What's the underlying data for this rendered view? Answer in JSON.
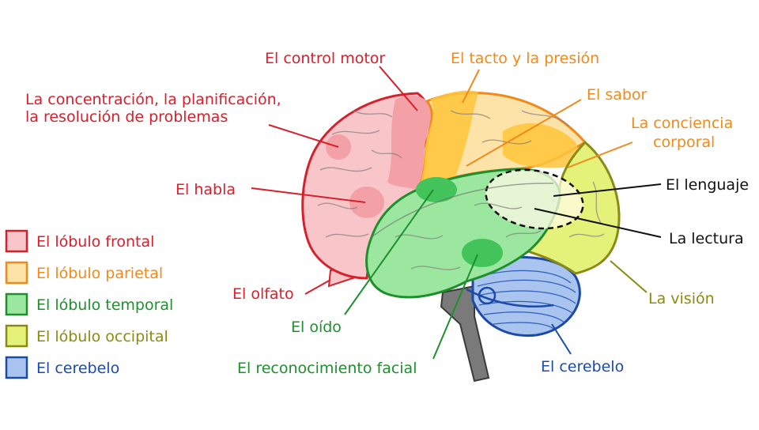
{
  "labels": {
    "control_motor": "El control motor",
    "tacto": "El tacto y la presión",
    "concentracion_1": "La concentración, la planificación,",
    "concentracion_2": "la resolución de problemas",
    "sabor": "El sabor",
    "conciencia_1": "La conciencia",
    "conciencia_2": "corporal",
    "habla": "El habla",
    "lenguaje": "El lenguaje",
    "lectura": "La lectura",
    "olfato": "El olfato",
    "vision": "La visión",
    "oido": "El oído",
    "reconocimiento": "El reconocimiento facial",
    "cerebelo": "El cerebelo"
  },
  "legend": [
    {
      "label": "El lóbulo frontal",
      "color": "#d6202c",
      "fill": "#f8c6c9"
    },
    {
      "label": "El lóbulo parietal",
      "color": "#f08a1c",
      "fill": "#fde3a8"
    },
    {
      "label": "El lóbulo temporal",
      "color": "#1f8f2e",
      "fill": "#9be79f"
    },
    {
      "label": "El lóbulo occipital",
      "color": "#8a8a14",
      "fill": "#e5f27a"
    },
    {
      "label": "El cerebelo",
      "color": "#1c4aa8",
      "fill": "#a8c4ef"
    }
  ],
  "colors": {
    "frontal": "#d6202c",
    "parietal": "#f08a1c",
    "temporal": "#1f8f2e",
    "occipital": "#8a8a14",
    "cerebelo": "#1c4aa8",
    "neutral": "#111111"
  }
}
